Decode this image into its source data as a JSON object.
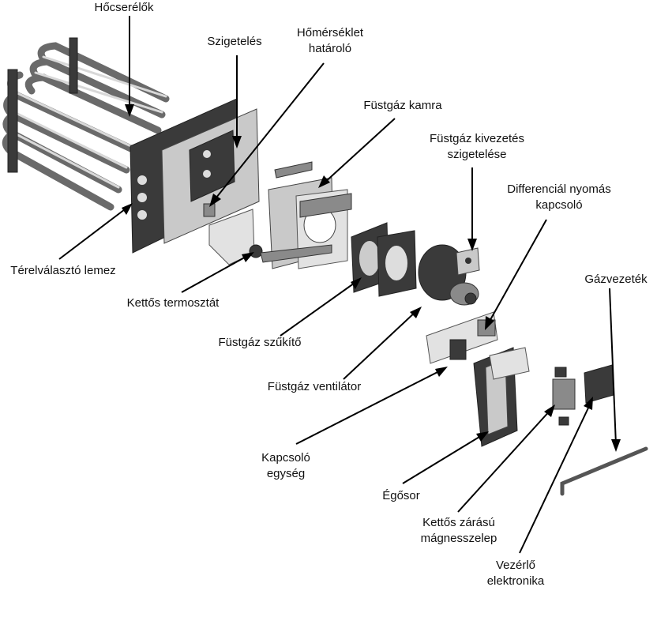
{
  "labels": {
    "hocserelok": "Hőcserélők",
    "szigeteles": "Szigetelés",
    "homerseklet_1": "Hőmérséklet",
    "homerseklet_2": "határoló",
    "fustgaz_kamra": "Füstgáz kamra",
    "kivezetes_1": "Füstgáz kivezetés",
    "kivezetes_2": "szigetelése",
    "differencial_1": "Differenciál nyomás",
    "differencial_2": "kapcsoló",
    "gazvezetek": "Gázvezeték",
    "terelvalaszto": "Térelválasztó lemez",
    "kettos_termosztat": "Kettős termosztát",
    "fustgaz_szukito": "Füstgáz szűkítő",
    "fustgaz_ventilator": "Füstgáz ventilátor",
    "kapcsolo_1": "Kapcsoló",
    "kapcsolo_2": "egység",
    "egosor": "Égősor",
    "magnesszelep_1": "Kettős zárású",
    "magnesszelep_2": "mágnesszelep",
    "vezerlo_1": "Vezérlő",
    "vezerlo_2": "elektronika"
  }
}
